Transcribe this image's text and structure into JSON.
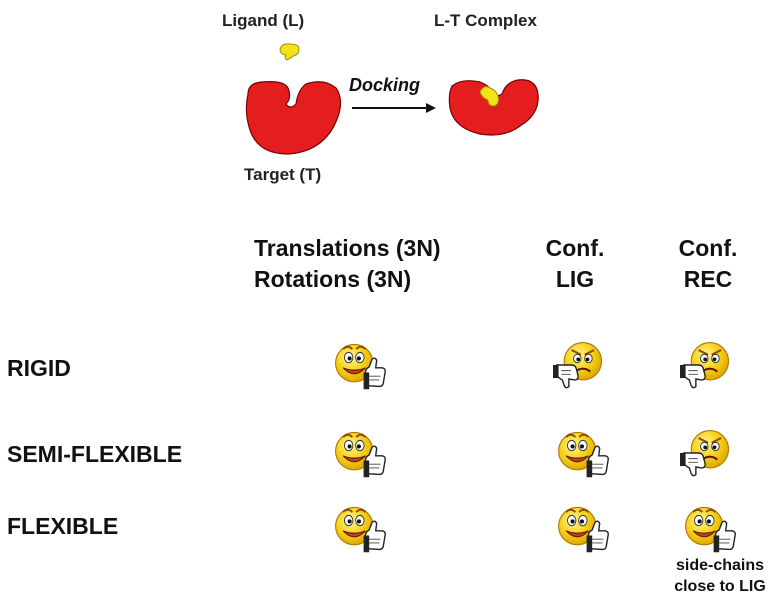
{
  "diagram": {
    "ligand_label": "Ligand (L)",
    "complex_label": "L-T Complex",
    "docking_label": "Docking",
    "target_label": "Target (T)"
  },
  "table": {
    "headers": {
      "dof_line1": "Translations (3N)",
      "dof_line2": "Rotations (3N)",
      "conf_lig_line1": "Conf.",
      "conf_lig_line2": "LIG",
      "conf_rec_line1": "Conf.",
      "conf_rec_line2": "REC"
    },
    "rows": [
      {
        "label": "RIGID",
        "dof": "thumbs-up",
        "lig": "thumbs-down",
        "rec": "thumbs-down"
      },
      {
        "label": "SEMI-FLEXIBLE",
        "dof": "thumbs-up",
        "lig": "thumbs-up",
        "rec": "thumbs-down"
      },
      {
        "label": "FLEXIBLE",
        "dof": "thumbs-up",
        "lig": "thumbs-up",
        "rec": "thumbs-up"
      }
    ],
    "note_line1": "side-chains",
    "note_line2": "close to LIG"
  },
  "colors": {
    "protein": "#e41e1e",
    "ligand": "#f2e21a",
    "smiley": "#f7d31c"
  }
}
